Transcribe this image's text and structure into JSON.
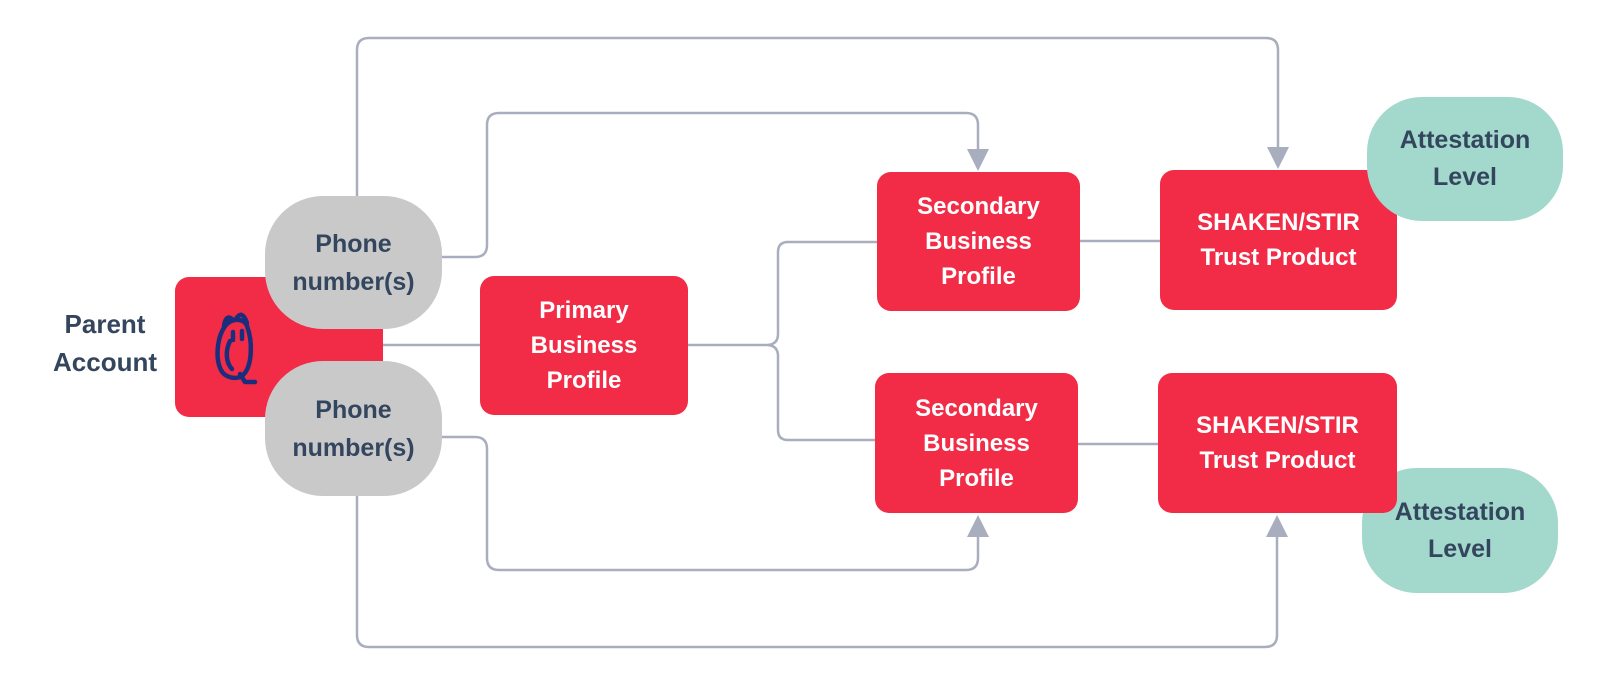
{
  "diagram": {
    "nodes": {
      "parent_account": {
        "line1": "Parent",
        "line2": "Account"
      },
      "phone_numbers_top": {
        "line1": "Phone",
        "line2": "number(s)"
      },
      "phone_numbers_bottom": {
        "line1": "Phone",
        "line2": "number(s)"
      },
      "primary_business_profile": {
        "line1": "Primary",
        "line2": "Business",
        "line3": "Profile"
      },
      "secondary_business_profile_top": {
        "line1": "Secondary",
        "line2": "Business",
        "line3": "Profile"
      },
      "secondary_business_profile_bottom": {
        "line1": "Secondary",
        "line2": "Business",
        "line3": "Profile"
      },
      "shaken_stir_top": {
        "line1": "SHAKEN/STIR",
        "line2": "Trust Product"
      },
      "shaken_stir_bottom": {
        "line1": "SHAKEN/STIR",
        "line2": "Trust Product"
      },
      "attestation_level_top": {
        "line1": "Attestation",
        "line2": "Level"
      },
      "attestation_level_bottom": {
        "line1": "Attestation",
        "line2": "Level"
      }
    },
    "icons": {
      "owl": "owl-icon"
    },
    "colors": {
      "node_red": "#F22C46",
      "blob_gray": "#C9C9CA",
      "teal": "#A3D8CC",
      "text_navy": "#33465E",
      "owl_navy": "#1B2E7D",
      "connector_gray": "#A9AEBF",
      "node_text": "#FFFFFF",
      "background": "#FFFFFF"
    }
  }
}
